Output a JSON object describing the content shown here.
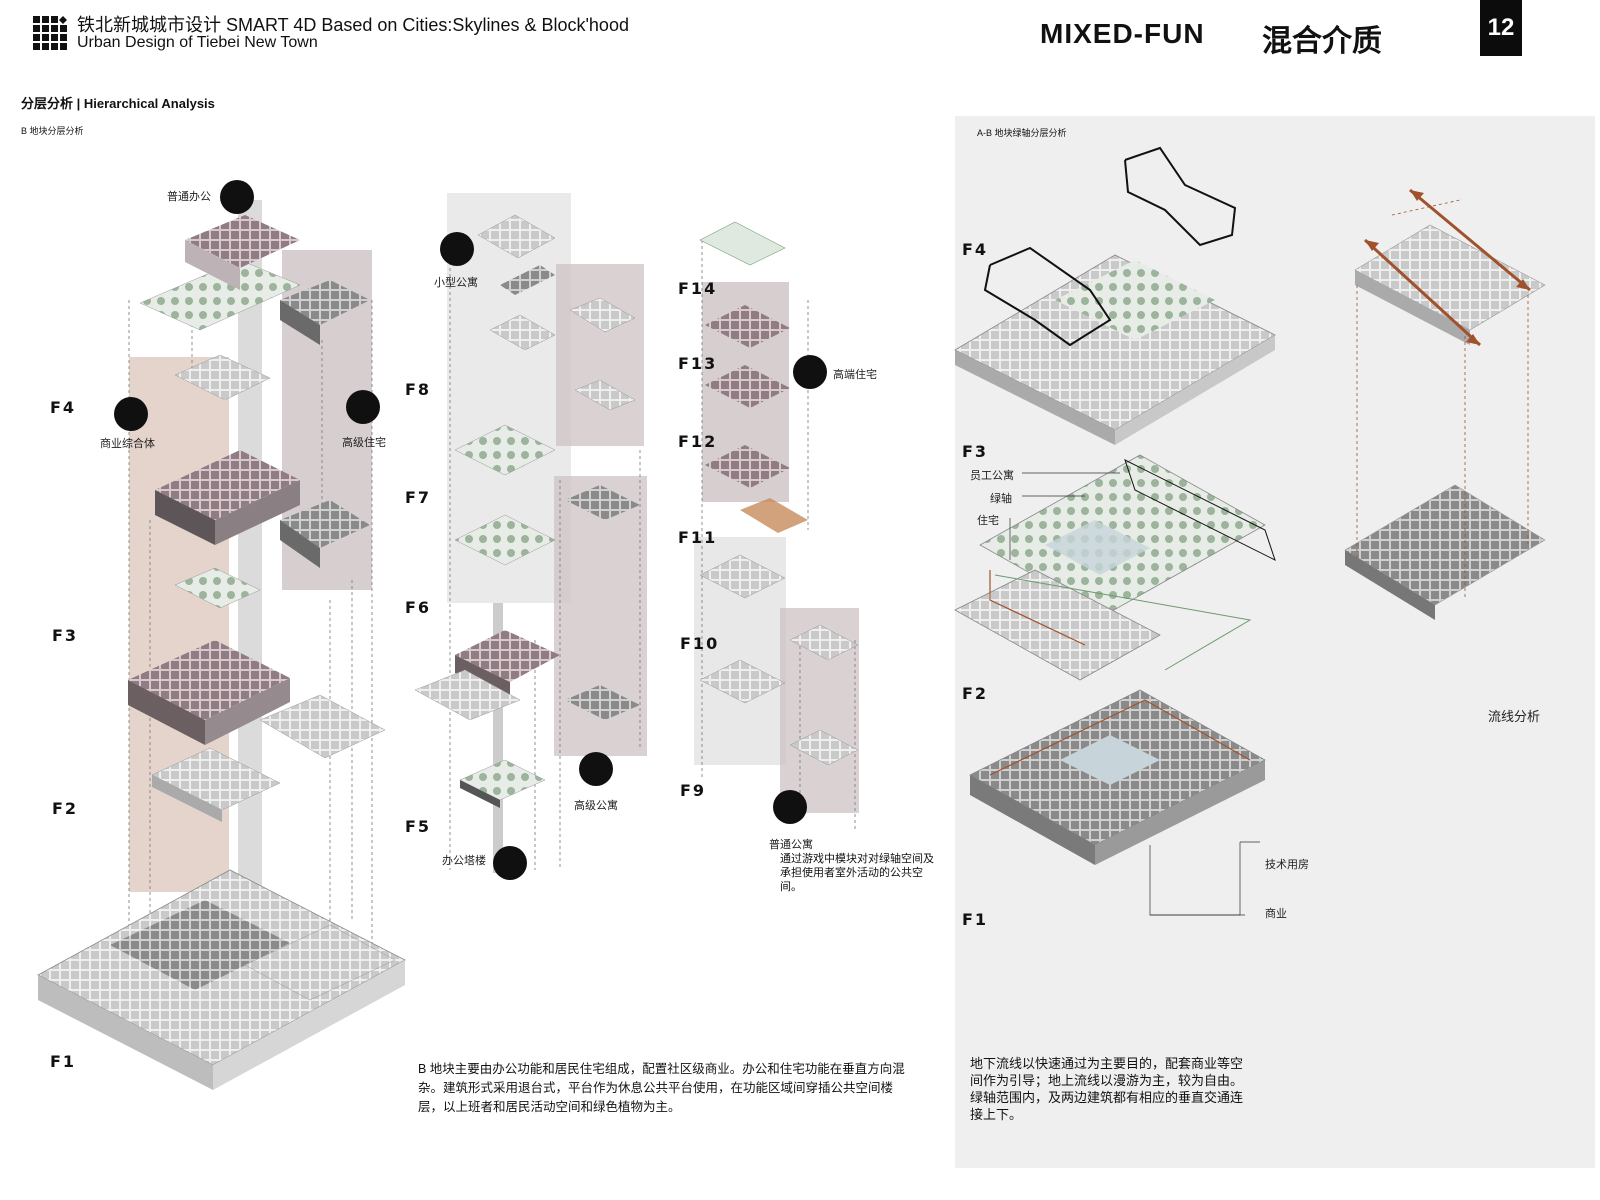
{
  "header": {
    "title_cn": "铁北新城城市设计  SMART 4D Based on Cities:Skylines & Block'hood",
    "title_en": "Urban Design of Tiebei New Town",
    "theme_en": "MIXED-FUN",
    "theme_cn": "混合介质",
    "page_number": "12"
  },
  "section": {
    "title": "分层分析 | Hierarchical Analysis",
    "sub_b": "B 地块分层分析",
    "sub_ab": "A-B 地块绿轴分层分析"
  },
  "left": {
    "floors": [
      "F4",
      "F3",
      "F2",
      "F1"
    ],
    "labels": {
      "office": "普通办公",
      "commercial": "商业综合体",
      "highend_res": "高级住宅"
    }
  },
  "middle": {
    "floors": [
      "F8",
      "F7",
      "F6",
      "F5"
    ],
    "labels": {
      "small_apt": "小型公寓",
      "highend_apt": "高级公寓",
      "office_tower": "办公塔楼"
    }
  },
  "tower": {
    "floors": [
      "F14",
      "F13",
      "F12",
      "F11",
      "F10",
      "F9"
    ],
    "labels": {
      "luxury_res": "高端住宅",
      "normal_apt": "普通公寓"
    },
    "note": "通过游戏中模块对对绿轴空间及承担使用者室外活动的公共空间。"
  },
  "description_b": "B 地块主要由办公功能和居民住宅组成，配置社区级商业。办公和住宅功能在垂直方向混杂。建筑形式采用退台式，平台作为休息公共平台使用，在功能区域间穿插公共空间楼层，以上班者和居民活动空间和绿色植物为主。",
  "right": {
    "floors": [
      "F4",
      "F3",
      "F2",
      "F1"
    ],
    "labels": {
      "staff_apt": "员工公寓",
      "green_axis": "绿轴",
      "residence": "住宅",
      "tech_room": "技术用房",
      "commerce": "商业",
      "flow": "流线分析"
    },
    "description": "地下流线以快速通过为主要目的，配套商业等空间作为引导；地上流线以漫游为主，较为自由。绿轴范围内，及两边建筑都有相应的垂直交通连接上下。"
  },
  "colors": {
    "accent_brown": "#a0522d",
    "panel_gray": "#efefef",
    "band_brown": "#d9c2b4",
    "band_mauve": "#cdc2c4",
    "band_gray": "#d8d8d8",
    "green_line": "#6b9a6b"
  }
}
